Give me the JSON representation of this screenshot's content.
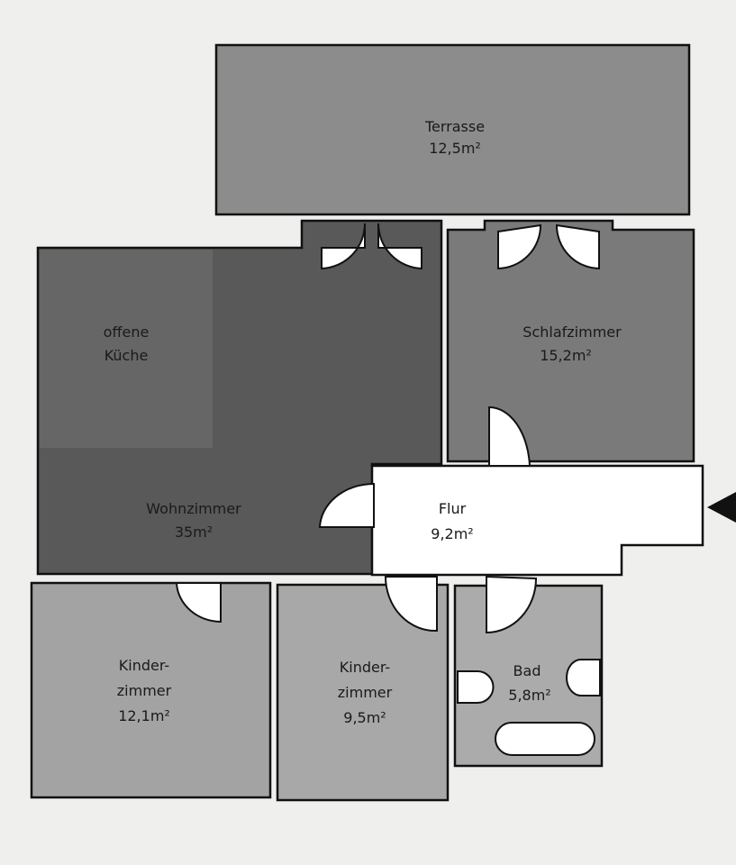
{
  "plan": {
    "rooms": {
      "terrasse": {
        "name": "Terrasse",
        "area": "12,5m²",
        "color": "#8c8c8c"
      },
      "kueche": {
        "name_line1": "offene",
        "name_line2": "Küche",
        "color": "#5e5e5e"
      },
      "wohnzimmer": {
        "name": "Wohnzimmer",
        "area": "35m²",
        "color": "#555555"
      },
      "schlafzimmer": {
        "name": "Schlafzimmer",
        "area": "15,2m²",
        "color": "#7a7a7a"
      },
      "flur": {
        "name": "Flur",
        "area": "9,2m²",
        "color": "#ffffff"
      },
      "kinderzimmer1": {
        "name_line1": "Kinder-",
        "name_line2": "zimmer",
        "area": "12,1m²",
        "color": "#a3a3a3"
      },
      "kinderzimmer2": {
        "name_line1": "Kinder-",
        "name_line2": "zimmer",
        "area": "9,5m²",
        "color": "#a8a8a8"
      },
      "bad": {
        "name": "Bad",
        "area": "5,8m²",
        "color": "#ababab"
      }
    },
    "entrance_arrow_color": "#111111"
  }
}
